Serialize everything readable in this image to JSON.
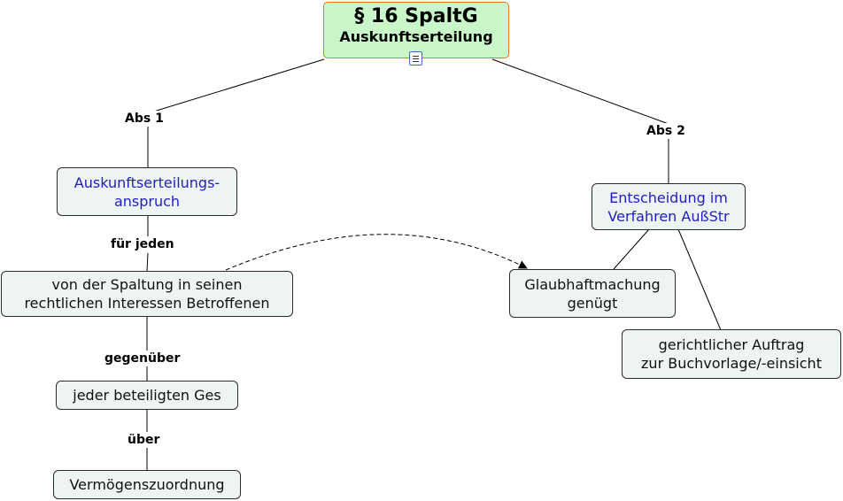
{
  "root": {
    "title": "§ 16 SpaltG",
    "subtitle": "Auskunftserteilung",
    "note_icon": "document-icon"
  },
  "nodes": {
    "auskunft": [
      "Auskunftserteilungs-",
      "anspruch"
    ],
    "betroffene": [
      "von der Spaltung in seinen",
      "rechtlichen Interessen Betroffenen"
    ],
    "ges": [
      "jeder beteiligten Ges"
    ],
    "vermoegen": [
      "Vermögenszuordnung"
    ],
    "entscheidung": [
      "Entscheidung im",
      "Verfahren AußStr"
    ],
    "glaubhaft": [
      "Glaubhaftmachung",
      "genügt"
    ],
    "auftrag": [
      "gerichtlicher Auftrag",
      "zur Buchvorlage/-einsicht"
    ]
  },
  "links": {
    "abs1": "Abs 1",
    "abs2": "Abs 2",
    "fuer_jeden": "für jeden",
    "gegenueber": "gegenüber",
    "ueber": "über"
  },
  "colors": {
    "root_fill": "#c9f7c9",
    "root_border": "#e07a2a",
    "node_fill": "#eef3f4",
    "blue_text": "#1f1fbf"
  }
}
